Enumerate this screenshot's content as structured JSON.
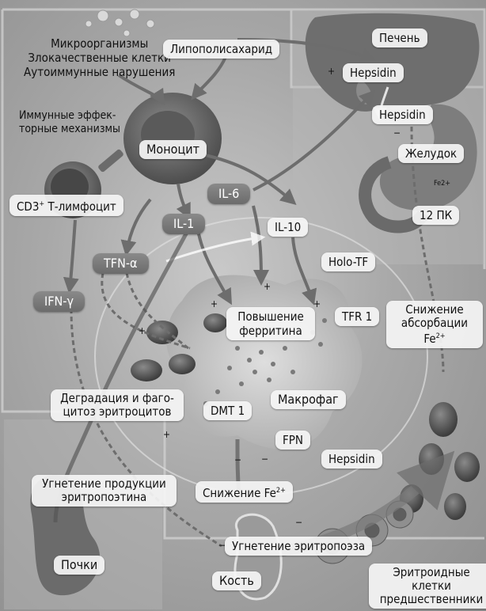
{
  "labels": {
    "causes_line1": "Микроорганизмы",
    "causes_line2": "Злокачественные клетки",
    "causes_line3": "Аутоиммунные нарушения",
    "lipopolysaccharide": "Липополисахарид",
    "liver": "Печень",
    "hepsidin_liver": "Hepsidin",
    "hepsidin_stomach": "Hepsidin",
    "immune_line1": "Иммунные эффек-",
    "immune_line2": "торные механизмы",
    "monocyte": "Моноцит",
    "stomach": "Желудок",
    "fe_small": "Fe2+",
    "il6": "IL-6",
    "cd3_prefix": "CD3",
    "cd3_sup": "+",
    "cd3_suffix": " Т-лимфоцит",
    "duodenum": "12 ПК",
    "il1": "IL-1",
    "il10": "IL-10",
    "tfn_alpha": "TFN-α",
    "holo_tf": "Holo-TF",
    "ifn_gamma": "IFN-γ",
    "ferritin_line1": "Повышение",
    "ferritin_line2": "ферритина",
    "tfr1": "TFR 1",
    "absorption_line1": "Снижение",
    "absorption_line2_prefix": "абсорбации Fe",
    "absorption_sup": "2+",
    "degradation_line1": "Деградация и фаго-",
    "degradation_line2": "цитоз эритроцитов",
    "macrophage": "Макрофаг",
    "dmt1": "DMT 1",
    "fpn": "FPN",
    "hepsidin_macrophage": "Hepsidin",
    "epo_line1": "Угнетение продукции",
    "epo_line2": "эритропоэтина",
    "fe_decrease_prefix": "Снижение Fe",
    "fe_decrease_sup": "2+",
    "erythropoiesis": "Угнетение эритропоэза",
    "kidneys": "Почки",
    "bone": "Кость",
    "erythroid_line1": "Эритроидные клетки",
    "erythroid_line2": "предшественники"
  },
  "signs": {
    "plus": "+",
    "minus": "−"
  }
}
